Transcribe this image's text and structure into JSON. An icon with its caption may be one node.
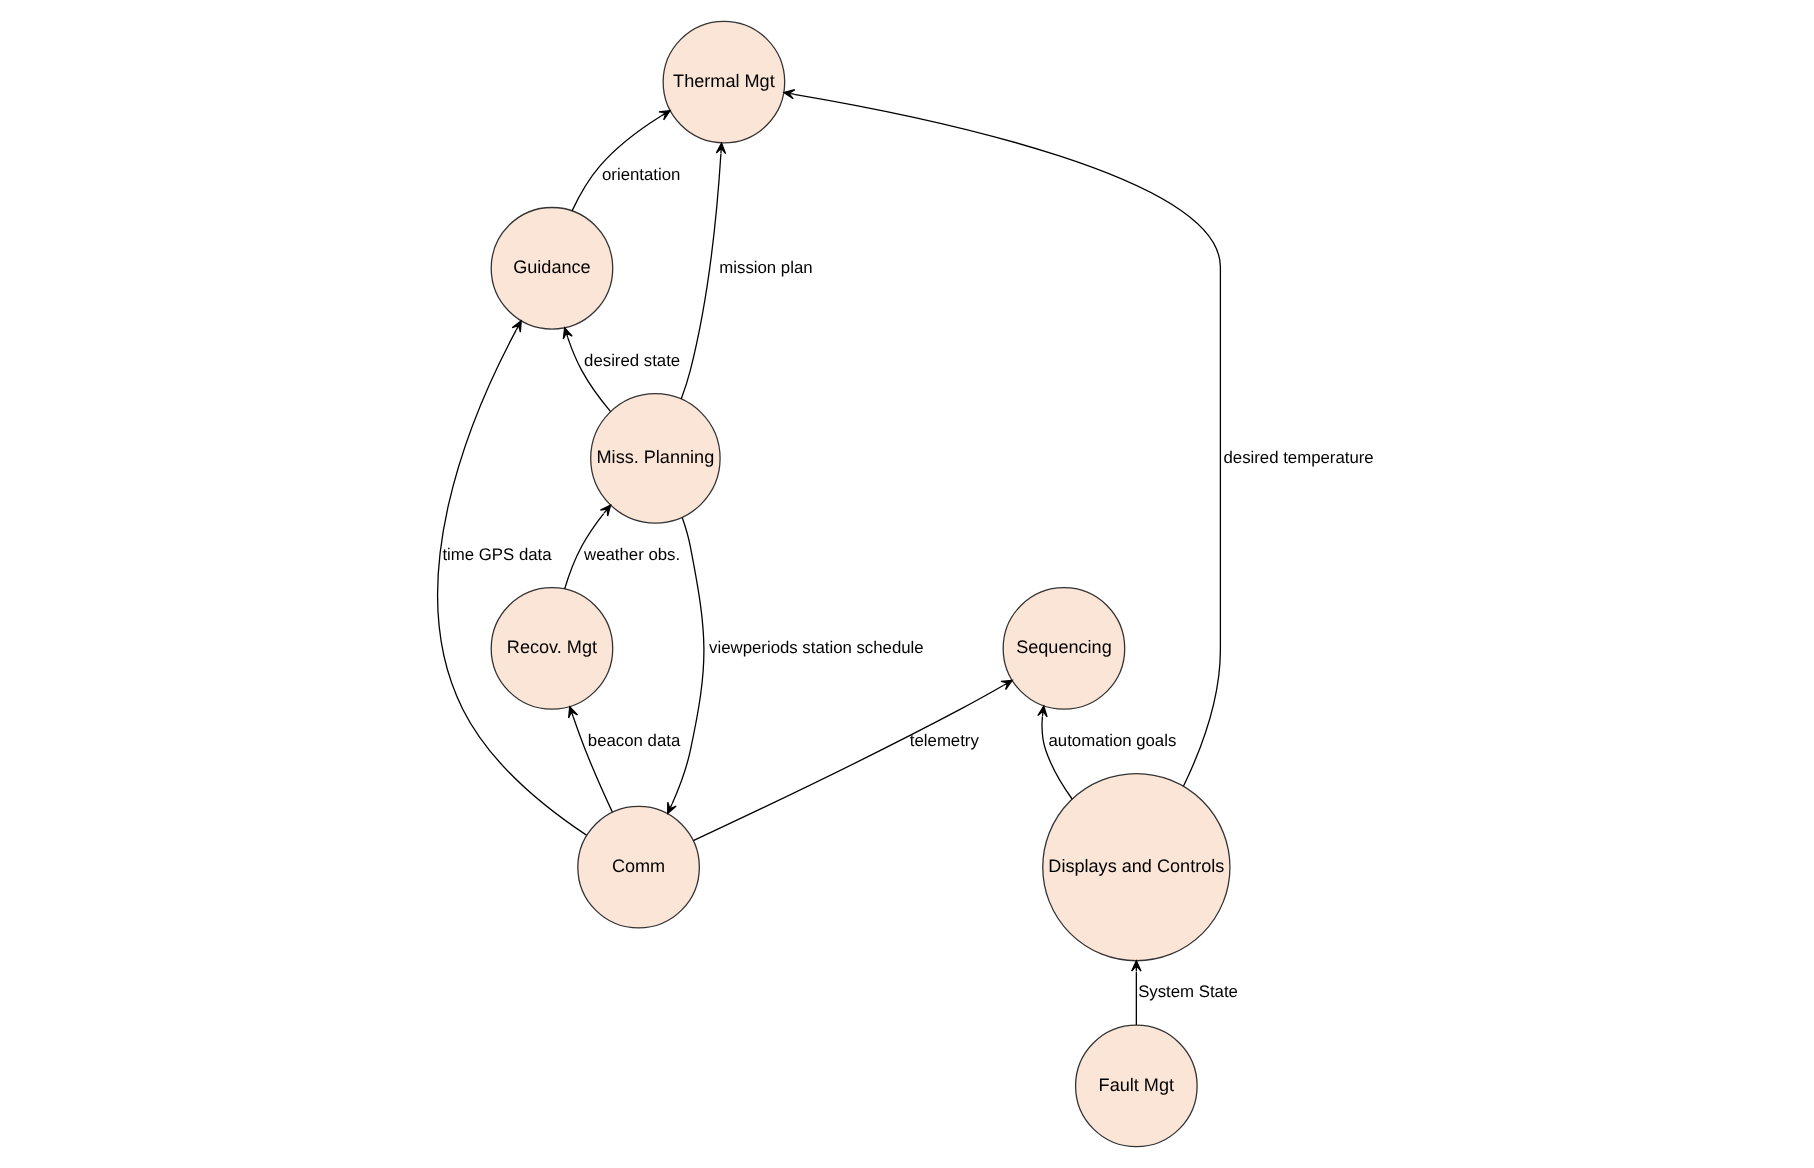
{
  "diagram": {
    "nodes": [
      {
        "text": [
          "Guidance"
        ]
      },
      {
        "text": [
          "Thermal Mgt"
        ]
      },
      {
        "text": [
          "Fault Mgt"
        ]
      },
      {
        "text": [
          "Displays and Controls"
        ]
      },
      {
        "text": [
          "Recov. Mgt"
        ]
      },
      {
        "text": [
          "Miss. Planning"
        ]
      },
      {
        "text": [
          "Comm"
        ]
      },
      {
        "text": [
          "Sequencing"
        ]
      }
    ],
    "edges": [
      {
        "from": 0,
        "to": 1,
        "arrow": "to",
        "label": "orientation"
      },
      {
        "from": 5,
        "to": 1,
        "arrow": "to",
        "label": "mission plan"
      },
      {
        "from": 3,
        "to": 1,
        "arrow": "to",
        "label": "desired temperature"
      },
      {
        "from": 2,
        "to": 3,
        "arrow": "to",
        "label": "System State"
      },
      {
        "from": 6,
        "to": 0,
        "arrow": "to",
        "label": "time GPS data"
      },
      {
        "from": 5,
        "to": 0,
        "arrow": "to",
        "label": "desired state"
      },
      {
        "from": 4,
        "to": 5,
        "arrow": "to",
        "label": "weather obs."
      },
      {
        "from": 3,
        "to": 7,
        "arrow": "to",
        "label": "automation goals"
      },
      {
        "from": 6,
        "to": 4,
        "arrow": "to",
        "label": "beacon data"
      },
      {
        "from": 5,
        "to": 6,
        "arrow": "to",
        "label": "viewperiods station schedule"
      },
      {
        "from": 6,
        "to": 7,
        "arrow": "to",
        "label": "telemetry"
      }
    ]
  }
}
